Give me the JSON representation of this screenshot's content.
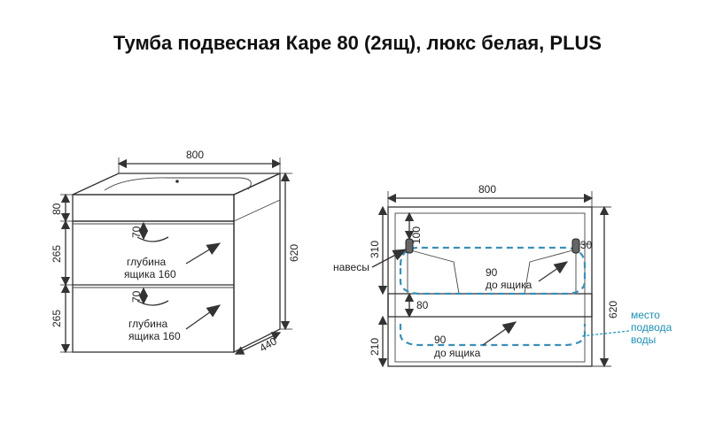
{
  "title": "Тумба подвесная Каре 80 (2ящ), люкс белая, PLUS",
  "left_view": {
    "width": "800",
    "height": "620",
    "depth": "440",
    "top_panel": "80",
    "drawer_upper": "265",
    "drawer_lower": "265",
    "handle_upper": "70",
    "handle_lower": "70",
    "depth_upper_line1": "глубина",
    "depth_upper_line2": "ящика 160",
    "depth_lower_line1": "глубина",
    "depth_lower_line2": "ящика 160"
  },
  "right_view": {
    "width": "800",
    "height": "620",
    "upper_section": "310",
    "lower_section": "210",
    "rail_height": "80",
    "hinge_offset_top": "100",
    "hinge_offset_right": "30",
    "hinges_label": "навесы",
    "upper_depth_line1": "90",
    "upper_depth_line2": "до ящика",
    "lower_depth_line1": "90",
    "lower_depth_line2": "до ящика",
    "water_line1": "место",
    "water_line2": "подвода",
    "water_line3": "воды"
  },
  "colors": {
    "accent": "#3a8fb7",
    "water_text": "#1d8fb5"
  }
}
